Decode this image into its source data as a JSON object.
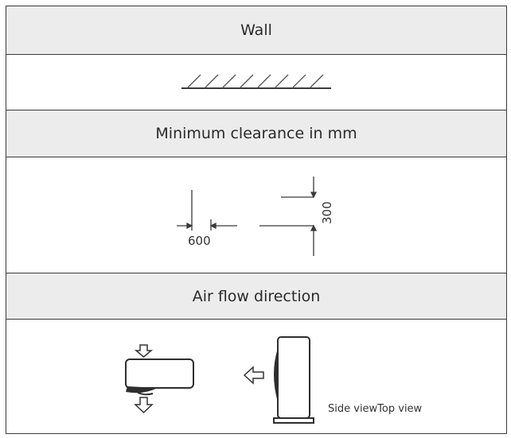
{
  "rows": {
    "wall_header": "Wall",
    "clearance_header": "Minimum clearance in mm",
    "airflow_header": "Air flow direction"
  },
  "clearance": {
    "horizontal_value": "600",
    "vertical_value": "300"
  },
  "airflow": {
    "view_caption": "Side viewTop view"
  },
  "colors": {
    "line": "#3a3a3a",
    "header_bg": "#ececec"
  }
}
